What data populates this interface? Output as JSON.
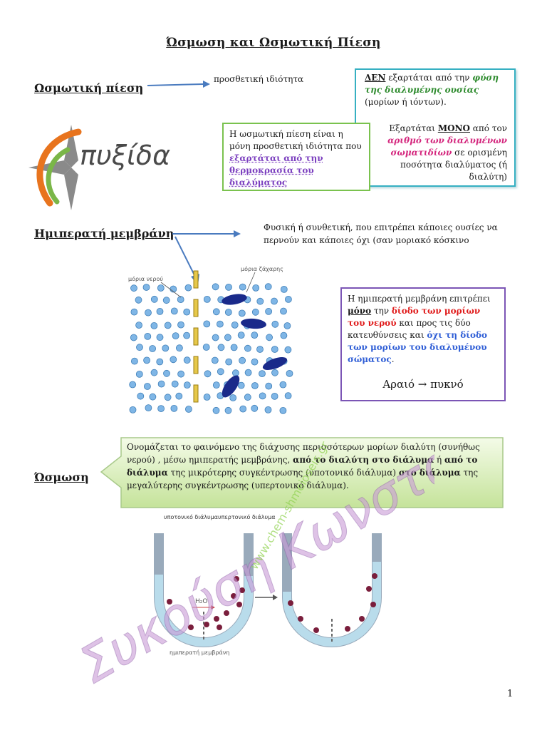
{
  "title": "Ώσμωση και Ωσμωτική Πίεση",
  "section1": {
    "heading": "Ωσμωτική πίεση",
    "note": "προσθετική ιδιότητα",
    "box_teal_1": {
      "part1": "ΔΕΝ",
      "part2": " εξαρτάται από την ",
      "part3": "φύση της διαλυμένης ουσίας",
      "part4": " (μορίων ή ιόντων)."
    },
    "box_teal_2": {
      "part1": "Εξαρτάται ",
      "part2": "ΜΟΝΟ",
      "part3": " από τον ",
      "part4": "αριθμό των διαλυμένων σωματιδίων",
      "part5": " σε ορισμένη ποσότητα διαλύματος (ή διαλύτη)"
    },
    "box_green": {
      "part1": "Η ωσμωτική πίεση είναι η μόνη προσθετική ιδιότητα που ",
      "part2": "εξαρτάται από την θερμοκρασία του διαλύματος"
    }
  },
  "logo_text": "πυξίδα",
  "section2": {
    "heading": "Ημιπερατή μεμβράνη",
    "note": "Φυσική ή συνθετική, που επιτρέπει κάποιες ουσίες να περνούν και κάποιες όχι (σαν μοριακό κόσκινο",
    "label_water": "μόρια νερού",
    "label_sugar": "μόρια ζάχαρης",
    "box_purple": {
      "part1": "Η ημιπερατή μεμβράνη επιτρέπει ",
      "part2": "μόνο",
      "part3": " την ",
      "part4": "δίοδο των μορίων του νερού",
      "part5": " και προς τις δύο κατευθύνσεις και ",
      "part6": "όχι τη δίοδο των μορίων του διαλυμένου σώματος",
      "part7": "."
    },
    "dilute_to_conc": "Αραιό → πυκνό"
  },
  "section3": {
    "heading": "Ώσμωση",
    "callout": {
      "part1": "Ονομάζεται το φαινόμενο της διάχυσης περισσότερων μορίων διαλύτη (συνήθως νερού) , μέσω ημιπερατής μεμβράνης, ",
      "part2": "από το διαλύτη στο διάλυμα",
      "part3": " ή ",
      "part4": "από το διάλυμα",
      "part5": " της μικρότερης συγκέντρωσης",
      "part6": " (υποτονικό διάλυμα) ",
      "part7": "στο διάλυμα",
      "part8": " της μεγαλύτερης συγκέντρωσης",
      "part9": " (υπερτονικό διάλυμα)."
    },
    "label_hypo": "υποτονικό διάλυμα",
    "label_hyper": "υπερτονικό διάλυμα",
    "label_h2o": "H₂O",
    "label_membrane": "ημιπερατή μεμβράνη"
  },
  "watermark": {
    "text1": "Συκούση Κωνσταν",
    "text2": "www.chem-shmeioseis.gr"
  },
  "page_number": "1"
}
